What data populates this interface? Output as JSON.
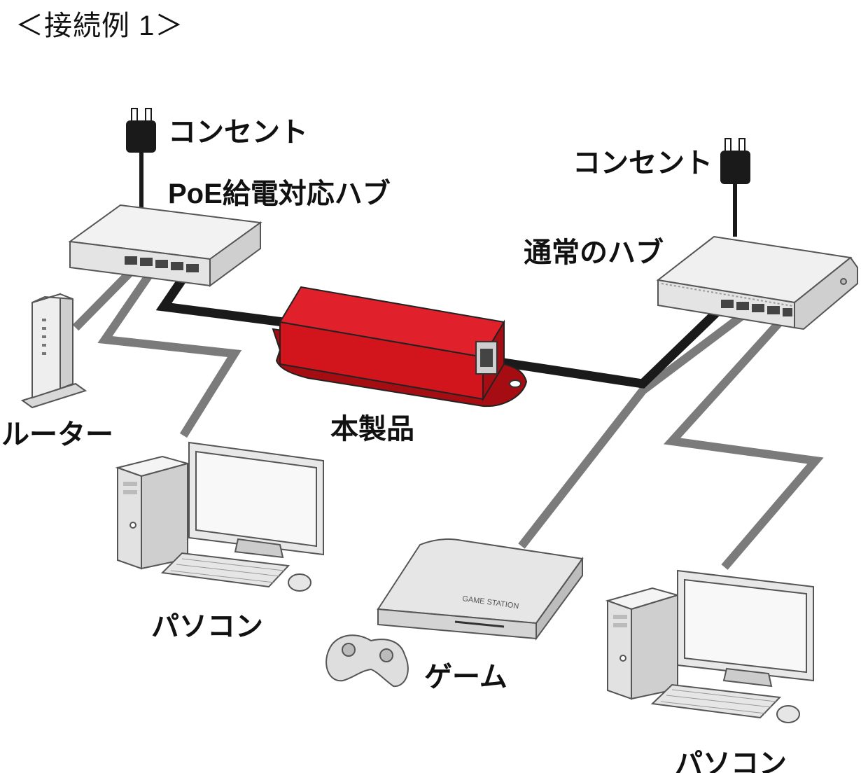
{
  "diagram": {
    "title": "＜接続例 1＞",
    "labels": {
      "outlet_left": "コンセント",
      "poe_hub": "PoE給電対応ハブ",
      "outlet_right": "コンセント",
      "normal_hub": "通常のハブ",
      "product": "本製品",
      "router": "ルーター",
      "pc_left": "パソコン",
      "game": "ゲーム",
      "pc_right": "パソコン"
    },
    "console_brand": "GAME STATION",
    "colors": {
      "product_red": "#d2141c",
      "product_dark_red": "#a50d13",
      "poe_cable": "#1a1a1a",
      "lan_cable": "#7b7b7b",
      "device_gray": "#e4e4e4",
      "outline": "#555555"
    }
  }
}
